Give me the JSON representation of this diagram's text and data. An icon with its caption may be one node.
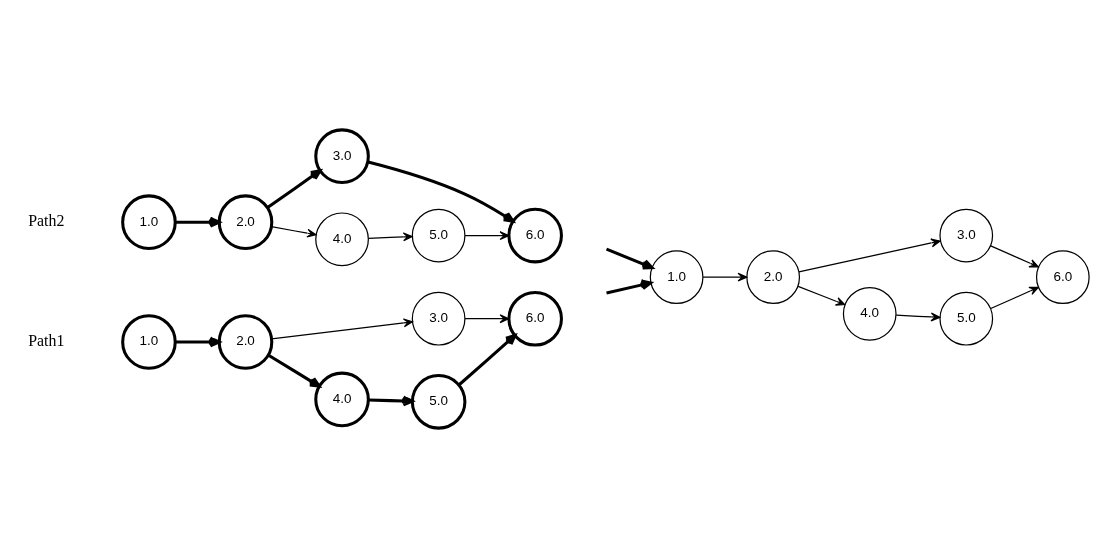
{
  "diagram": {
    "nodes": [
      {
        "text": [
          "1.0"
        ]
      },
      {
        "text": [
          "2.0"
        ]
      },
      {
        "text": [
          "3.0"
        ]
      },
      {
        "text": [
          "4.0"
        ]
      },
      {
        "text": [
          "5.0"
        ]
      },
      {
        "text": [
          "6.0"
        ]
      },
      {
        "text": [
          "1.0"
        ]
      },
      {
        "text": [
          "2.0"
        ]
      },
      {
        "text": [
          "3.0"
        ]
      },
      {
        "text": [
          "6.0"
        ]
      },
      {
        "text": [
          "4.0"
        ]
      },
      {
        "text": [
          "5.0"
        ]
      },
      {
        "text": [
          "1.0"
        ]
      },
      {
        "text": [
          "2.0"
        ]
      },
      {
        "text": [
          "3.0"
        ]
      },
      {
        "text": [
          "6.0"
        ]
      },
      {
        "text": [
          "4.0"
        ]
      },
      {
        "text": [
          "5.0"
        ]
      }
    ],
    "edges": [
      {
        "from": 0,
        "to": 1,
        "arrow": "to",
        "style": "thick"
      },
      {
        "from": 1,
        "to": 2,
        "arrow": "to"
      },
      {
        "from": 1,
        "to": 3,
        "arrow": "to",
        "style": "thick"
      },
      {
        "from": 2,
        "to": 5,
        "arrow": "to"
      },
      {
        "from": 3,
        "to": 4,
        "arrow": "to",
        "style": "thick"
      },
      {
        "from": 4,
        "to": 5,
        "arrow": "to",
        "style": "thick"
      },
      {
        "from": 6,
        "to": 7,
        "arrow": "to",
        "style": "thick"
      },
      {
        "from": 7,
        "to": 8,
        "arrow": "to",
        "style": "thick"
      },
      {
        "from": 7,
        "to": 10,
        "arrow": "to"
      },
      {
        "from": 8,
        "to": 9,
        "arrow": "to",
        "style": "thick"
      },
      {
        "from": 10,
        "to": 11,
        "arrow": "to"
      },
      {
        "from": 11,
        "to": 9,
        "arrow": "to"
      },
      {
        "from": null,
        "to": 12,
        "arrow": "to",
        "style": "thick"
      },
      {
        "from": null,
        "to": 12,
        "arrow": "to",
        "style": "thick"
      },
      {
        "from": 12,
        "to": 13,
        "arrow": "to"
      },
      {
        "from": 13,
        "to": 14,
        "arrow": "to"
      },
      {
        "from": 13,
        "to": 16,
        "arrow": "to"
      },
      {
        "from": 14,
        "to": 15,
        "arrow": "to"
      },
      {
        "from": 16,
        "to": 17,
        "arrow": "to"
      },
      {
        "from": 17,
        "to": 15,
        "arrow": "to"
      }
    ],
    "labels": [
      "Path1",
      "Path2"
    ]
  }
}
